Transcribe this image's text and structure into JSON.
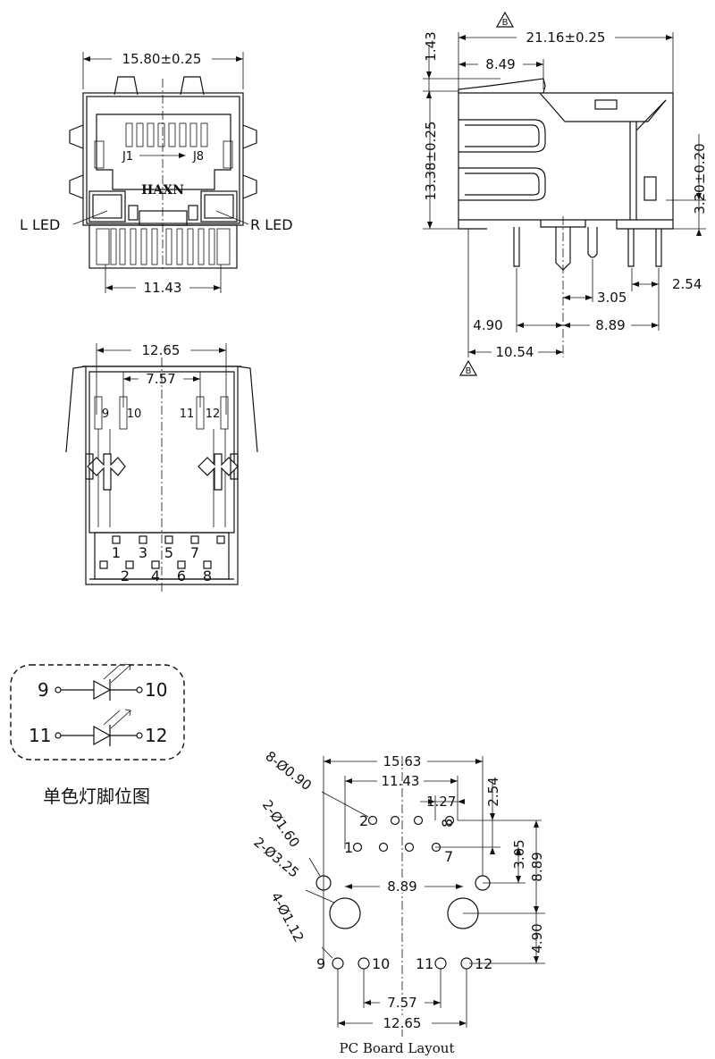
{
  "front_view": {
    "width_dim": "15.80±0.25",
    "pin_span_dim": "11.43",
    "contact_start": "J1",
    "contact_end": "J8",
    "brand": "HAXN",
    "left_led": "L LED",
    "right_led": "R LED"
  },
  "side_view": {
    "revision_mark": "B",
    "length_dim": "21.16±0.25",
    "top_offset_dim": "8.49",
    "tab_height_dim": "1.43",
    "height_dim": "13.38±0.25",
    "led_height_dim": "3.20±0.20",
    "pin_dim_a": "3.05",
    "pin_dim_b": "2.54",
    "pin_dim_c": "4.90",
    "pin_dim_d": "8.89",
    "pin_dim_e": "10.54"
  },
  "bottom_view": {
    "outer_pitch_dim": "12.65",
    "inner_pitch_dim": "7.57",
    "led_pins": [
      "9",
      "10",
      "11",
      "12"
    ],
    "contact_pins_top": [
      "1",
      "3",
      "5",
      "7"
    ],
    "contact_pins_bottom": [
      "2",
      "4",
      "6",
      "8"
    ]
  },
  "led_schematic": {
    "pins": [
      "9",
      "10",
      "11",
      "12"
    ],
    "caption": "单色灯脚位图"
  },
  "pcb_layout": {
    "title": "PC Board Layout",
    "dims": {
      "width": "15.63",
      "pin_span": "11.43",
      "pitch": "1.27",
      "row_offset": "2.54",
      "row_to_hole": "3.05",
      "total_depth": "8.89",
      "hole_to_led": "4.90",
      "hole_spacing": "8.89",
      "led_inner": "7.57",
      "led_outer": "12.65"
    },
    "hole_callouts": [
      "8-Ø0.90",
      "2-Ø1.60",
      "2-Ø3.25",
      "4-Ø1.12"
    ],
    "contact_labels": [
      "1",
      "2",
      "7",
      "8"
    ],
    "led_labels": [
      "9",
      "10",
      "11",
      "12"
    ]
  }
}
